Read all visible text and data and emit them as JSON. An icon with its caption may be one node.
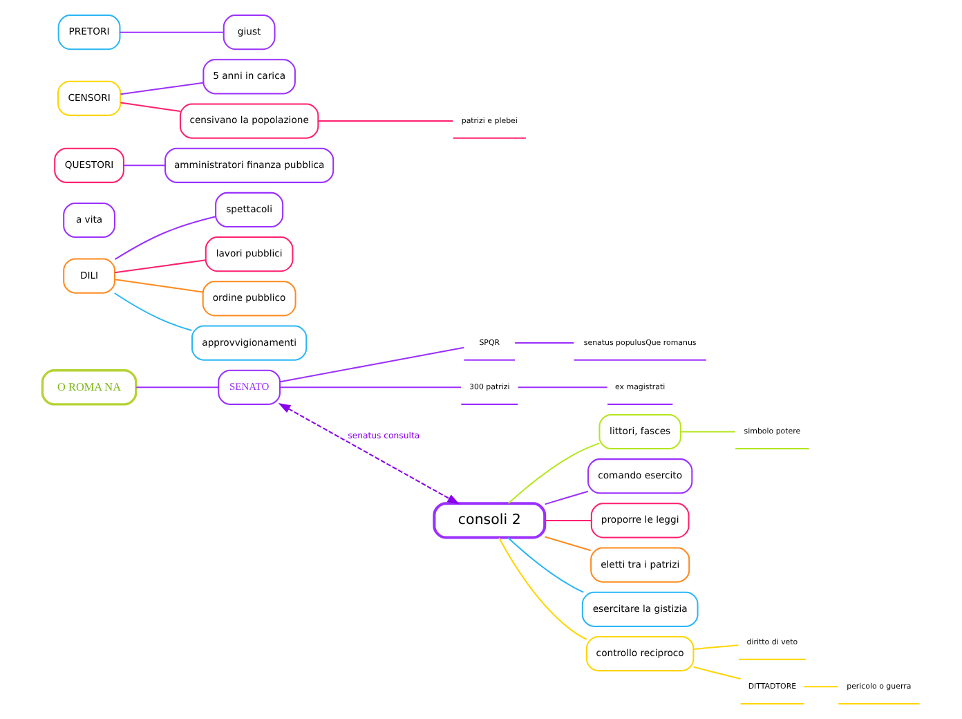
{
  "diagram": {
    "nodes": [
      {
        "text": [
          "O ROMA NA"
        ]
      },
      {
        "text": [
          "SENATO"
        ]
      },
      {
        "text": [
          "SPQR"
        ]
      },
      {
        "text": [
          "senatus populusQue romanus"
        ]
      },
      {
        "text": [
          "300 patrizi"
        ]
      },
      {
        "text": [
          "ex magistrati"
        ]
      },
      {
        "text": [
          "consoli 2"
        ]
      },
      {
        "text": [
          "littori, fasces"
        ]
      },
      {
        "text": [
          "simbolo potere"
        ]
      },
      {
        "text": [
          "comando esercito"
        ]
      },
      {
        "text": [
          "proporre le leggi"
        ]
      },
      {
        "text": [
          "eletti tra i patrizi"
        ]
      },
      {
        "text": [
          "esercitare la gistizia"
        ]
      },
      {
        "text": [
          "controllo reciproco"
        ]
      },
      {
        "text": [
          "diritto di veto"
        ]
      },
      {
        "text": [
          "DITTADTORE"
        ]
      },
      {
        "text": [
          "pericolo o guerra"
        ]
      },
      {
        "text": [
          "DILI"
        ]
      },
      {
        "text": [
          "spettacoli"
        ]
      },
      {
        "text": [
          "lavori pubblici"
        ]
      },
      {
        "text": [
          "ordine pubblico"
        ]
      },
      {
        "text": [
          "approvvigionamenti"
        ]
      },
      {
        "text": [
          "a vita"
        ]
      },
      {
        "text": [
          "QUESTORI"
        ]
      },
      {
        "text": [
          "amministratori finanza pubblica"
        ]
      },
      {
        "text": [
          "CENSORI"
        ]
      },
      {
        "text": [
          "5 anni in carica"
        ]
      },
      {
        "text": [
          "censivano la popolazione"
        ]
      },
      {
        "text": [
          "patrizi e plebei"
        ]
      },
      {
        "text": [
          "PRETORI"
        ]
      },
      {
        "text": [
          "giust"
        ]
      }
    ],
    "edges": [
      {
        "from": 0,
        "to": 1,
        "arrow": "none",
        "color": "#9b30ff"
      },
      {
        "from": 1,
        "to": 2,
        "arrow": "none",
        "color": "#9b30ff"
      },
      {
        "from": 2,
        "to": 3,
        "arrow": "none",
        "color": "#9b30ff"
      },
      {
        "from": 1,
        "to": 4,
        "arrow": "none",
        "color": "#9b30ff"
      },
      {
        "from": 4,
        "to": 5,
        "arrow": "none",
        "color": "#9b30ff"
      },
      {
        "from": 1,
        "to": 6,
        "arrow": "both",
        "style": "dashed",
        "label": "senatus consulta",
        "color": "#8800ee"
      },
      {
        "from": 6,
        "to": 7,
        "arrow": "none",
        "color": "#b5e61d"
      },
      {
        "from": 7,
        "to": 8,
        "arrow": "none",
        "color": "#b5e61d"
      },
      {
        "from": 6,
        "to": 9,
        "arrow": "none",
        "color": "#9b30ff"
      },
      {
        "from": 6,
        "to": 10,
        "arrow": "none",
        "color": "#ff1f6e"
      },
      {
        "from": 6,
        "to": 11,
        "arrow": "none",
        "color": "#ff8a1f"
      },
      {
        "from": 6,
        "to": 12,
        "arrow": "none",
        "color": "#29b6f6"
      },
      {
        "from": 6,
        "to": 13,
        "arrow": "none",
        "color": "#ffd500"
      },
      {
        "from": 13,
        "to": 14,
        "arrow": "none",
        "color": "#ffd500"
      },
      {
        "from": 13,
        "to": 15,
        "arrow": "none",
        "color": "#ffd500"
      },
      {
        "from": 15,
        "to": 16,
        "arrow": "none",
        "color": "#ffd500"
      },
      {
        "from": 17,
        "to": 18,
        "arrow": "none",
        "color": "#9b30ff"
      },
      {
        "from": 17,
        "to": 19,
        "arrow": "none",
        "color": "#ff1f6e"
      },
      {
        "from": 17,
        "to": 20,
        "arrow": "none",
        "color": "#ff8a1f"
      },
      {
        "from": 17,
        "to": 21,
        "arrow": "none",
        "color": "#29b6f6"
      },
      {
        "from": 23,
        "to": 24,
        "arrow": "none",
        "color": "#9b30ff"
      },
      {
        "from": 25,
        "to": 26,
        "arrow": "none",
        "color": "#9b30ff"
      },
      {
        "from": 25,
        "to": 27,
        "arrow": "none",
        "color": "#ff1f6e"
      },
      {
        "from": 27,
        "to": 28,
        "arrow": "none",
        "color": "#ff1f6e"
      },
      {
        "from": 29,
        "to": 30,
        "arrow": "none",
        "color": "#9b30ff"
      }
    ]
  }
}
